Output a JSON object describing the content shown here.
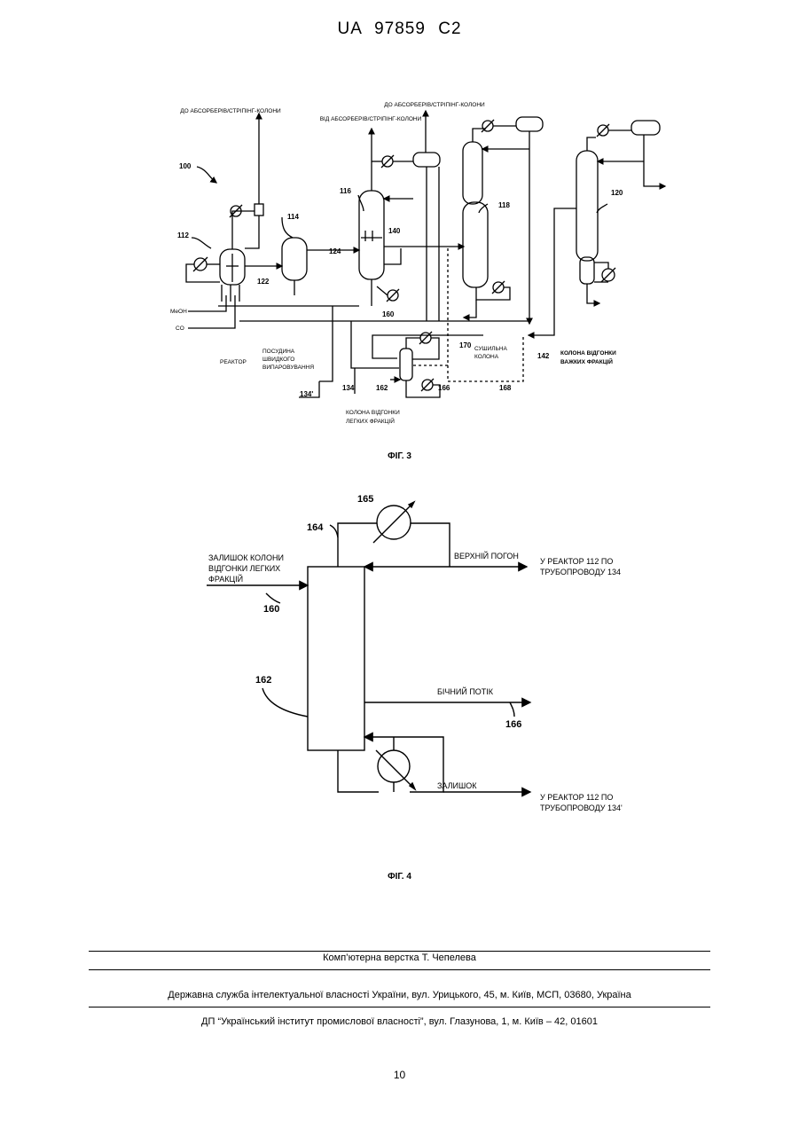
{
  "header": {
    "patent_number": "UA   97859   C2"
  },
  "figure3": {
    "caption": "ФІГ. 3",
    "labels": {
      "to_absorber_1": "ДО АБСОРБЕРІВ/СТРІПІНГ-КОЛОНИ",
      "to_absorber_2": "ДО АБСОРБЕРІВ/СТРІПІНГ-КОЛОНИ",
      "from_absorber": "ВІД АБСОРБЕРІВ/СТРІПІНГ-КОЛОНИ",
      "meoh": "MeOH",
      "co": "CO",
      "reactor": "РЕАКТОР",
      "flash_1": "ПОСУДИНА",
      "flash_2": "ШВИДКОГО",
      "flash_3": "ВИПАРОВУВАННЯ",
      "drying_1": "СУШИЛЬНА",
      "drying_2": "КОЛОНА",
      "heavy_1": "КОЛОНА ВІДГОНКИ",
      "heavy_2": "ВАЖКИХ ФРАКЦІЙ",
      "light_1": "КОЛОНА ВІДГОНКИ",
      "light_2": "ЛЕГКИХ ФРАКЦІЙ"
    },
    "refs": {
      "r100": "100",
      "r112": "112",
      "r114": "114",
      "r116": "116",
      "r118": "118",
      "r120": "120",
      "r122": "122",
      "r124": "124",
      "r140": "140",
      "r160": "160",
      "r170": "170",
      "r142": "142",
      "r168": "168",
      "r162": "162",
      "r166": "166",
      "r134": "134",
      "r134p": "134'"
    }
  },
  "figure4": {
    "caption": "ФІГ. 4",
    "labels": {
      "residue_1": "ЗАЛИШОК КОЛОНИ",
      "residue_2": "ВІДГОНКИ ЛЕГКИХ",
      "residue_3": "ФРАКЦІЙ",
      "overhead": "ВЕРХНІЙ ПОГОН",
      "to_reactor_134_1": "У РЕАКТОР 112 ПО",
      "to_reactor_134_2": "ТРУБОПРОВОДУ 134",
      "side_stream": "БІЧНИЙ ПОТІК",
      "bottoms": "ЗАЛИШОК",
      "to_reactor_134p_1": "У РЕАКТОР 112 ПО",
      "to_reactor_134p_2": "ТРУБОПРОВОДУ 134'"
    },
    "refs": {
      "r165": "165",
      "r164": "164",
      "r160": "160",
      "r162": "162",
      "r166": "166"
    }
  },
  "footer": {
    "layout_credit": "Комп’ютерна верстка Т. Чепелева",
    "agency": "Державна служба інтелектуальної власності України, вул. Урицького, 45, м. Київ, МСП, 03680, Україна",
    "institute": "ДП “Український інститут промислової власності”, вул. Глазунова, 1, м. Київ – 42, 01601",
    "page_number": "10"
  }
}
